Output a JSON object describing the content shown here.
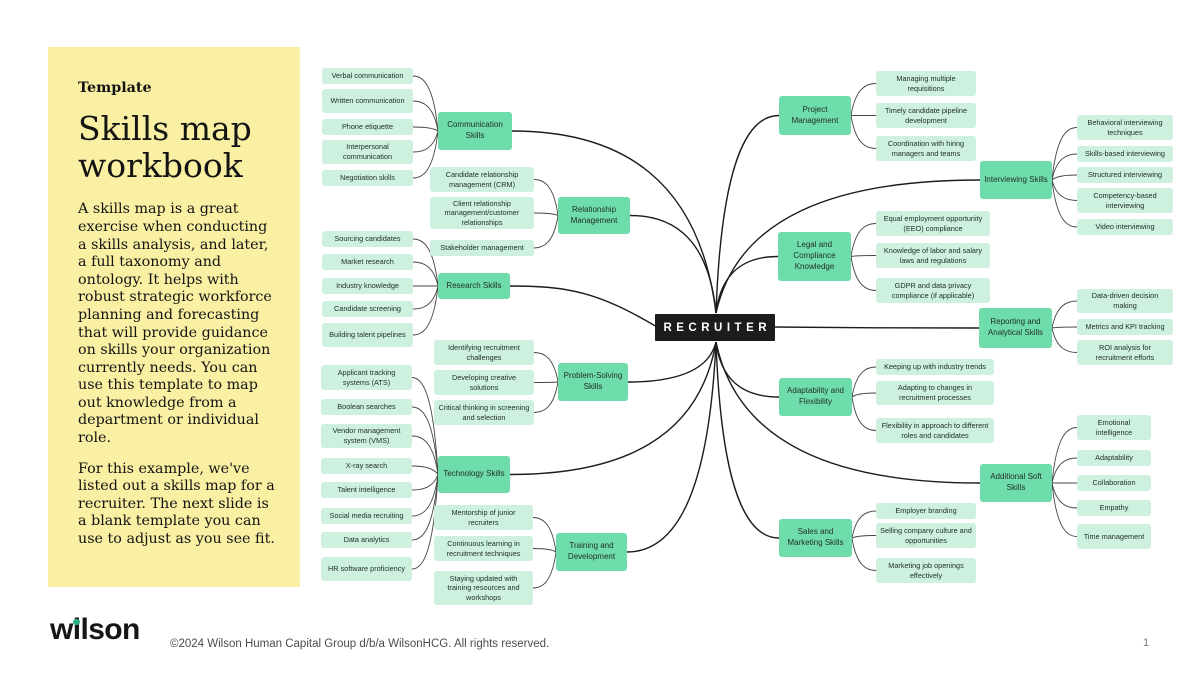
{
  "panel": {
    "kicker": "Template",
    "title": "Skills map workbook",
    "paragraph1": "A skills map is a great exercise when conducting a skills analysis, and later, a full taxonomy and ontology. It helps with robust strategic workforce planning and forecasting that will provide guidance on skills your organization currently needs. You can use this template to map out knowledge from a department or individual role.",
    "paragraph2": "For this example, we've listed out a skills map for a recruiter. The next slide is a blank template you can use to adjust as you see fit."
  },
  "map": {
    "center": "RECRUITER",
    "branches": [
      {
        "label": "Communication Skills",
        "leaves": [
          "Verbal communication",
          "Written communication",
          "Phone etiquette",
          "Interpersonal communication",
          "Negotiation skills"
        ]
      },
      {
        "label": "Relationship Management",
        "leaves": [
          "Candidate relationship management (CRM)",
          "Client relationship management/customer relationships",
          "Stakeholder management"
        ]
      },
      {
        "label": "Research Skills",
        "leaves": [
          "Sourcing candidates",
          "Market research",
          "Industry knowledge",
          "Candidate screening",
          "Building talent pipelines"
        ]
      },
      {
        "label": "Problem-Solving Skills",
        "leaves": [
          "Identifying recruitment challenges",
          "Developing creative solutions",
          "Critical thinking in screening and selection"
        ]
      },
      {
        "label": "Technology Skills",
        "leaves": [
          "Applicant tracking systems (ATS)",
          "Boolean searches",
          "Vendor management system (VMS)",
          "X-ray search",
          "Talent intelligence",
          "Social media recruiting",
          "Data analytics",
          "HR software proficiency"
        ]
      },
      {
        "label": "Training and Development",
        "leaves": [
          "Mentorship of junior recruiters",
          "Continuous learning in recruitment techniques",
          "Staying updated with training resources and workshops"
        ]
      },
      {
        "label": "Project Management",
        "leaves": [
          "Managing multiple requisitions",
          "Timely candidate pipeline development",
          "Coordination with hiring managers and teams"
        ]
      },
      {
        "label": "Interviewing Skills",
        "leaves": [
          "Behavioral interviewing techniques",
          "Skills-based interviewing",
          "Structured interviewing",
          "Competency-based interviewing",
          "Video interviewing"
        ]
      },
      {
        "label": "Legal and Compliance Knowledge",
        "leaves": [
          "Equal employment opportunity (EEO) compliance",
          "Knowledge of labor and salary laws and regulations",
          "GDPR and data privacy compliance (if applicable)"
        ]
      },
      {
        "label": "Reporting and Analytical Skills",
        "leaves": [
          "Data-driven decision making",
          "Metrics and KPI tracking",
          "ROI analysis for recruitment efforts"
        ]
      },
      {
        "label": "Adaptability and Flexibility",
        "leaves": [
          "Keeping up with industry trends",
          "Adapting to changes in recruitment processes",
          "Flexibility in approach to different roles and candidates"
        ]
      },
      {
        "label": "Additional Soft Skills",
        "leaves": [
          "Emotional intelligence",
          "Adaptability",
          "Collaboration",
          "Empathy",
          "Time management"
        ]
      },
      {
        "label": "Sales and Marketing Skills",
        "leaves": [
          "Employer branding",
          "Selling company culture and opportunities",
          "Marketing job openings effectively"
        ]
      }
    ]
  },
  "footer": {
    "logo": "wilson",
    "copyright": "©2024 Wilson Human Capital Group d/b/a WilsonHCG. All rights reserved.",
    "page": "1"
  },
  "colors": {
    "panel_bg": "#F9F0A3",
    "branch_bg": "#6FDCAB",
    "leaf_bg": "#CDF0DF",
    "center_bg": "#1C1C1C",
    "logo_dot": "#2BAF82",
    "line_trunk": "#1C1C1C",
    "line_leaf": "#454545"
  }
}
